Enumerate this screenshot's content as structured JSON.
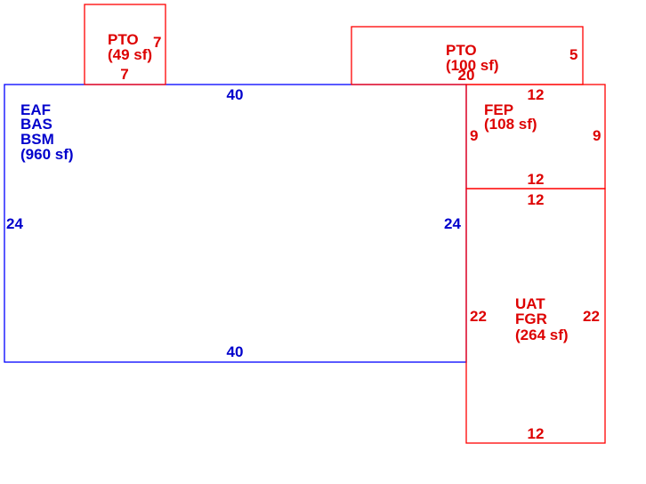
{
  "colors": {
    "main_living": "#0000cc",
    "addition": "#dd0000"
  },
  "areas": {
    "main": {
      "codes": [
        "EAF",
        "BAS",
        "BSM"
      ],
      "area": "(960 sf)",
      "dims": {
        "top": "40",
        "bottom": "40",
        "left": "24",
        "right": "24"
      }
    },
    "pto_small": {
      "code": "PTO",
      "area": "(49 sf)",
      "dims": {
        "right": "7",
        "bottom": "7"
      }
    },
    "pto_large": {
      "code": "PTO",
      "area": "(100 sf)",
      "dims": {
        "right": "5",
        "bottom": "20"
      }
    },
    "fep": {
      "code": "FEP",
      "area": "(108 sf)",
      "dims": {
        "top": "12",
        "bottom": "12",
        "left": "9",
        "right": "9"
      }
    },
    "uat": {
      "codes": [
        "UAT",
        "FGR"
      ],
      "area": "(264 sf)",
      "dims": {
        "top": "12",
        "bottom": "12",
        "left": "22",
        "right": "22"
      }
    }
  }
}
